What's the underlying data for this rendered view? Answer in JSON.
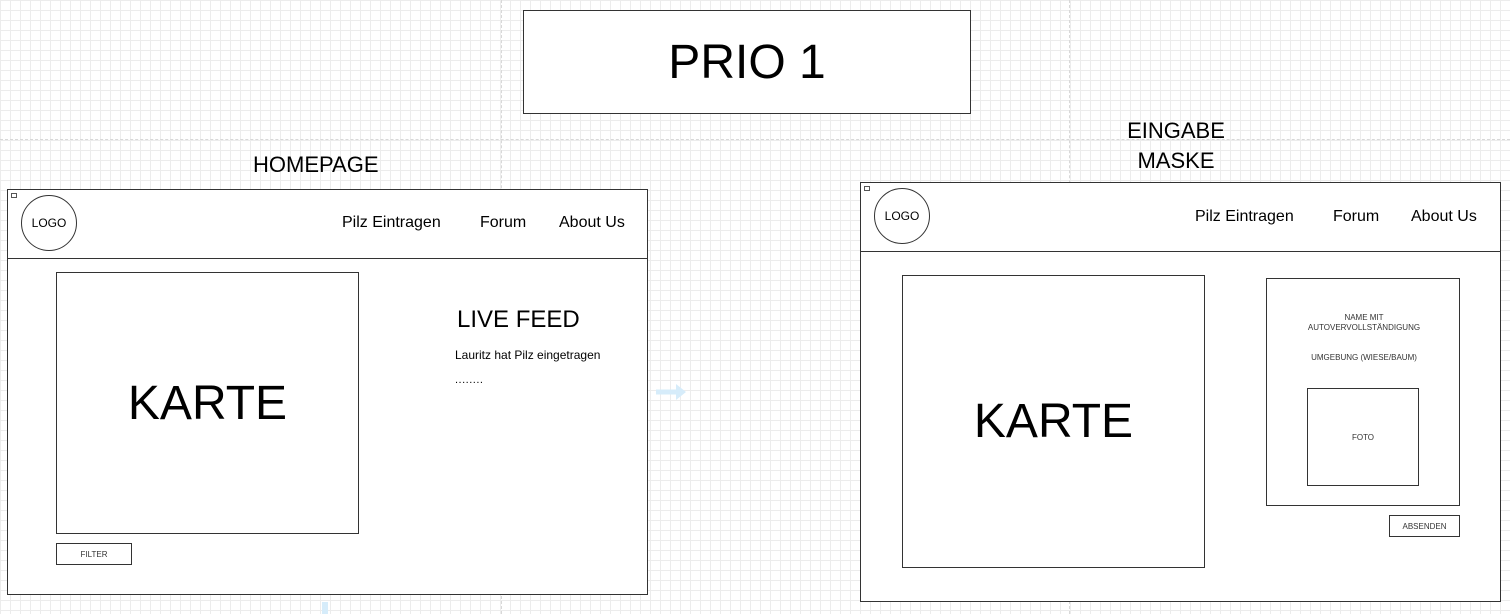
{
  "prio_title": "PRIO 1",
  "homepage": {
    "label": "HOMEPAGE",
    "logo": "LOGO",
    "nav": [
      "Pilz Eintragen",
      "Forum",
      "About Us"
    ],
    "map_label": "KARTE",
    "filter_button": "FILTER",
    "live_feed": {
      "title": "LIVE FEED",
      "entry": "Lauritz hat Pilz eingetragen",
      "more": "........"
    }
  },
  "eingabe": {
    "label_line1": "EINGABE",
    "label_line2": "MASKE",
    "logo": "LOGO",
    "nav": [
      "Pilz Eintragen",
      "Forum",
      "About Us"
    ],
    "map_label": "KARTE",
    "form": {
      "name_field": "NAME MIT AUTOVERVOLLSTÄNDIGUNG",
      "environment_field": "UMGEBUNG (WIESE/BAUM)",
      "photo": "FOTO"
    },
    "submit_button": "ABSENDEN"
  },
  "colors": {
    "stroke": "#333333",
    "grid": "#ececec",
    "arrow": "#d6ecfa"
  }
}
